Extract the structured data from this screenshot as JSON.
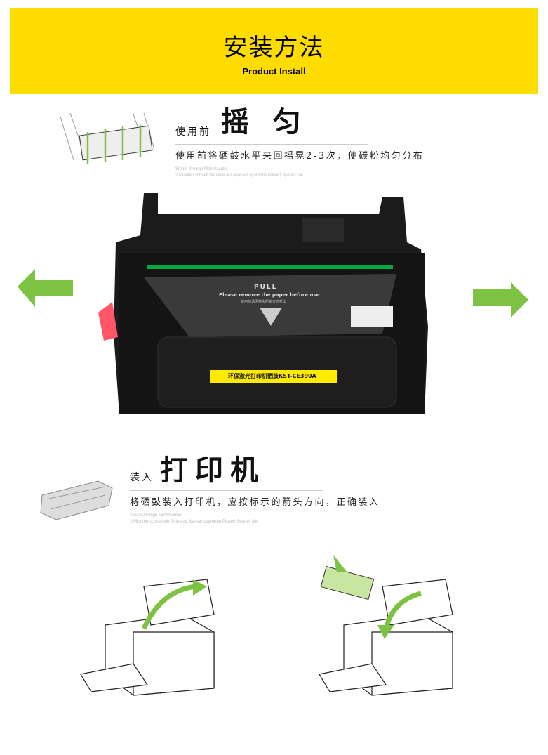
{
  "banner": {
    "title": "安装方法",
    "subtitle": "Product Install"
  },
  "step1": {
    "prefix": "使用前",
    "heading": "摇 匀",
    "desc": "使用前将硒鼓水平来回摇晃2-3次，使碳粉均匀分布",
    "de1": "Steam-förmige Motorhaube:",
    "de2": "2 Minuten schnell die Pute aus,Wasser sparende Power! Sparen Sie"
  },
  "product": {
    "pull": "PULL",
    "remove": "Please remove the paper before use",
    "remove_cn": "使用前请沿箭头所指方向拉出",
    "label": "环保激光打印机硒鼓KST-CE390A",
    "colors": {
      "arrow": "#7DC242",
      "label": "#FFEB00"
    }
  },
  "step2": {
    "prefix": "装入",
    "heading": "打印机",
    "desc": "将硒鼓装入打印机，应按标示的箭头方向，正确装入",
    "de1": "Steam-förmige Motorhaube:",
    "de2": "2 Minuten schnell die Pute aus,Wasser sparende Power! Sparen Sie"
  }
}
